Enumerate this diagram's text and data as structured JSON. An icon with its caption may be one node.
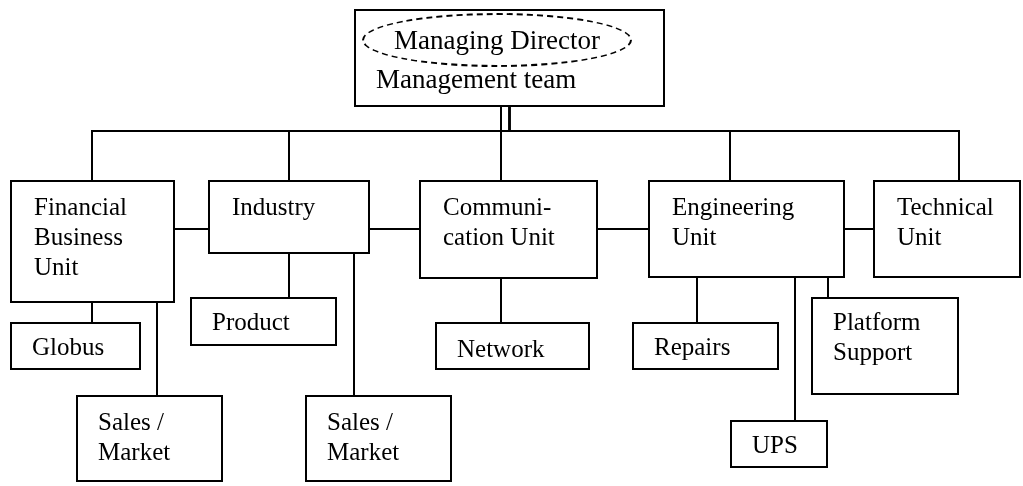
{
  "diagram": {
    "nodes": [
      {
        "text": [
          "Management team"
        ]
      },
      {
        "text": [
          "Managing Director"
        ],
        "in": 0
      },
      {
        "text": [
          "Financial Business Unit"
        ]
      },
      {
        "text": [
          "Industry"
        ]
      },
      {
        "text": [
          "Communi-cation Unit"
        ]
      },
      {
        "text": [
          "Engineering Unit"
        ]
      },
      {
        "text": [
          "Technical Unit"
        ]
      },
      {
        "text": [
          "Globus"
        ]
      },
      {
        "text": [
          "Product"
        ]
      },
      {
        "text": [
          "Network"
        ]
      },
      {
        "text": [
          "Repairs"
        ]
      },
      {
        "text": [
          "Platform Support"
        ]
      },
      {
        "text": [
          "UPS"
        ]
      },
      {
        "text": [
          "Sales / Market"
        ]
      },
      {
        "text": [
          "Sales / Market"
        ]
      }
    ],
    "edges": [
      {
        "from": 0,
        "to": 2,
        "arrow": "none"
      },
      {
        "from": 0,
        "to": 3,
        "arrow": "none"
      },
      {
        "from": 0,
        "to": 4,
        "arrow": "none"
      },
      {
        "from": 0,
        "to": 5,
        "arrow": "none"
      },
      {
        "from": 0,
        "to": 6,
        "arrow": "none"
      },
      {
        "from": 2,
        "to": 3,
        "arrow": "none"
      },
      {
        "from": 3,
        "to": 4,
        "arrow": "none"
      },
      {
        "from": 4,
        "to": 5,
        "arrow": "none"
      },
      {
        "from": 5,
        "to": 6,
        "arrow": "none"
      },
      {
        "from": 2,
        "to": 7,
        "arrow": "none"
      },
      {
        "from": 2,
        "to": 13,
        "arrow": "none"
      },
      {
        "from": 3,
        "to": 8,
        "arrow": "none"
      },
      {
        "from": 3,
        "to": 14,
        "arrow": "none"
      },
      {
        "from": 4,
        "to": 9,
        "arrow": "none"
      },
      {
        "from": 5,
        "to": 10,
        "arrow": "none"
      },
      {
        "from": 5,
        "to": 12,
        "arrow": "none"
      },
      {
        "from": 5,
        "to": 11,
        "arrow": "none"
      }
    ]
  }
}
